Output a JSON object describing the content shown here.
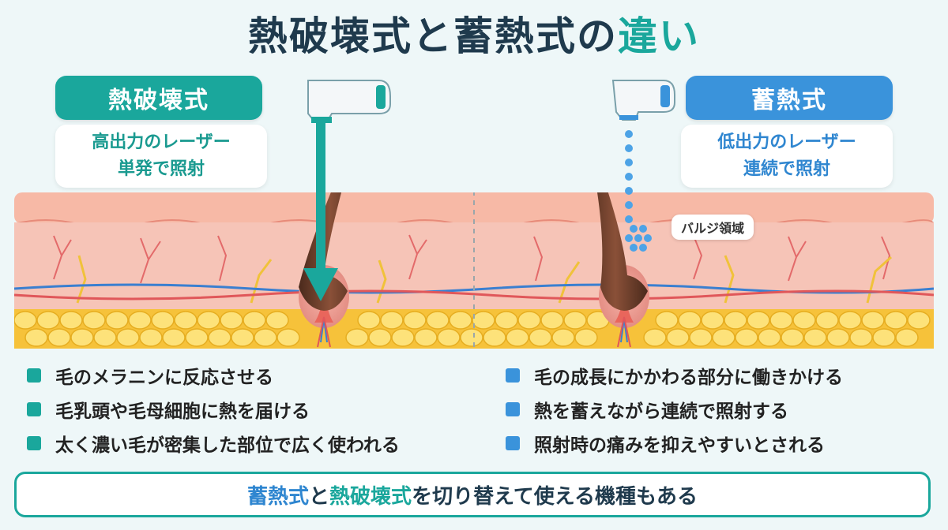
{
  "title": {
    "main": "熱破壊式と蓄熱式の",
    "accent": "違い"
  },
  "left": {
    "method": "熱破壊式",
    "desc_line1": "高出力のレーザー",
    "desc_line2": "単発で照射",
    "bullets": [
      "毛のメラニンに反応させる",
      "毛乳頭や毛母細胞に熱を届ける",
      "太く濃い毛が密集した部位で広く使われる"
    ],
    "color": "#1aa79c"
  },
  "right": {
    "method": "蓄熱式",
    "desc_line1": "低出力のレーザー",
    "desc_line2": "連続で照射",
    "bulge_label": "バルジ領域",
    "bullets": [
      "毛の成長にかかわる部分に働きかける",
      "熱を蓄えながら連続で照射する",
      "照射時の痛みを抑えやすいとされる"
    ],
    "color": "#3a93db"
  },
  "footer": {
    "part1": "蓄熱式",
    "part2": "と",
    "part3": "熱破壊式",
    "part4": "を切り替えて使える機種もある"
  }
}
